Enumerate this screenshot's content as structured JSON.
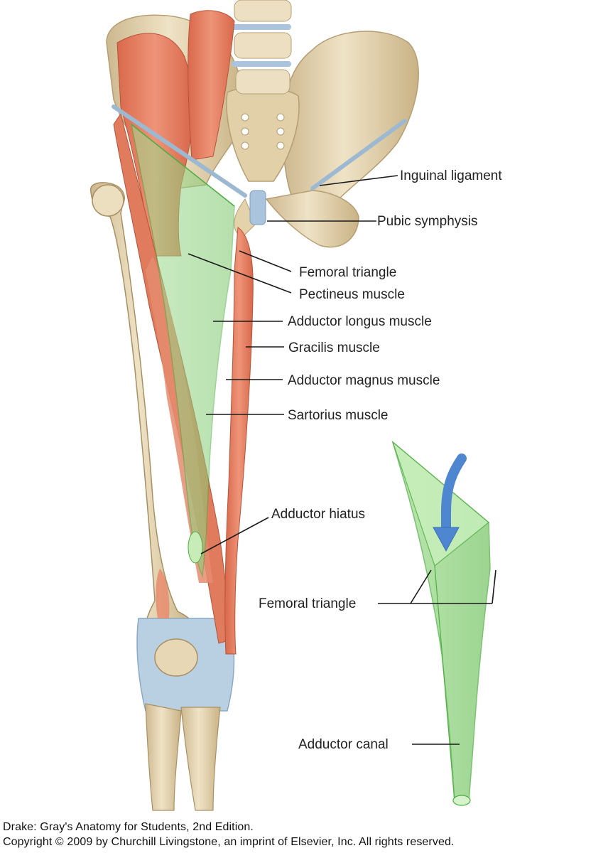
{
  "labels": {
    "inguinal_ligament": "Inguinal ligament",
    "pubic_symphysis": "Pubic symphysis",
    "femoral_triangle": "Femoral triangle",
    "pectineus_muscle": "Pectineus muscle",
    "adductor_longus_muscle": "Adductor longus muscle",
    "gracilis_muscle": "Gracilis muscle",
    "adductor_magnus_muscle": "Adductor magnus muscle",
    "sartorius_muscle": "Sartorius muscle",
    "adductor_hiatus": "Adductor hiatus",
    "femoral_triangle_inset": "Femoral triangle",
    "adductor_canal": "Adductor canal"
  },
  "credit": {
    "line1": "Drake: Gray's Anatomy for Students, 2nd Edition.",
    "line2": "Copyright © 2009 by Churchill Livingstone, an imprint of Elsevier, Inc. All rights reserved."
  },
  "colors": {
    "bone": "#e7d7b4",
    "muscle": "#e8876a",
    "ligament": "#a9c4dc",
    "triangle_green": "#8fd47f",
    "arrow_blue": "#5b8fd6"
  }
}
